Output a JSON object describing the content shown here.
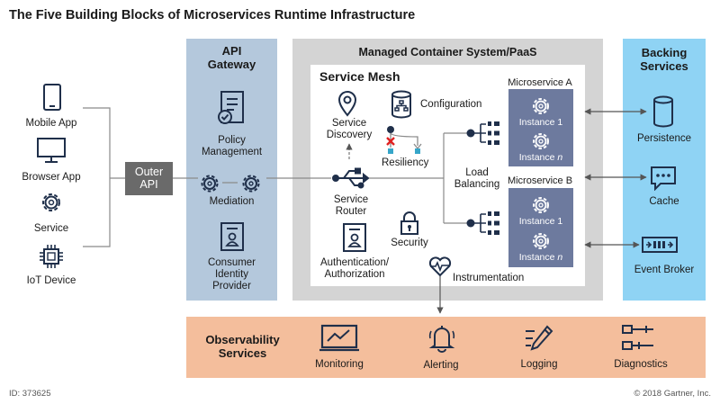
{
  "title": "The Five Building Blocks of Microservices Runtime Infrastructure",
  "clients": {
    "mobile_app": "Mobile App",
    "browser_app": "Browser App",
    "service": "Service",
    "iot_device": "IoT Device"
  },
  "outer_api": {
    "line1": "Outer",
    "line2": "API"
  },
  "api_gateway": {
    "title1": "API",
    "title2": "Gateway",
    "policy1": "Policy",
    "policy2": "Management",
    "mediation": "Mediation",
    "consumer1": "Consumer",
    "consumer2": "Identity",
    "consumer3": "Provider"
  },
  "managed": {
    "title": "Managed Container System/PaaS",
    "mesh_title": "Service Mesh",
    "discovery1": "Service",
    "discovery2": "Discovery",
    "configuration": "Configuration",
    "resiliency": "Resiliency",
    "router1": "Service",
    "router2": "Router",
    "load1": "Load",
    "load2": "Balancing",
    "security": "Security",
    "auth1": "Authentication/",
    "auth2": "Authorization",
    "instrumentation": "Instrumentation",
    "ms_a": "Microservice A",
    "ms_b": "Microservice B",
    "instance_1": "Instance 1",
    "instance_n_prefix": "Instance ",
    "instance_n_suffix": "n"
  },
  "backing": {
    "title1": "Backing",
    "title2": "Services",
    "persistence": "Persistence",
    "cache": "Cache",
    "event_broker": "Event Broker"
  },
  "observability": {
    "title1": "Observability",
    "title2": "Services",
    "monitoring": "Monitoring",
    "alerting": "Alerting",
    "logging": "Logging",
    "diagnostics": "Diagnostics"
  },
  "footer": {
    "id": "ID: 373625",
    "copyright": "© 2018 Gartner, Inc."
  },
  "colors": {
    "gateway_bg": "#b4c8dc",
    "managed_bg": "#d4d4d4",
    "backing_bg": "#8fd3f4",
    "observability_bg": "#f4be9c",
    "instance_bg": "#6d7a9e",
    "outer_api_bg": "#6a6a6a",
    "icon_dark": "#1f2f4a",
    "accent_red": "#e02020",
    "accent_teal": "#36a6c9"
  }
}
